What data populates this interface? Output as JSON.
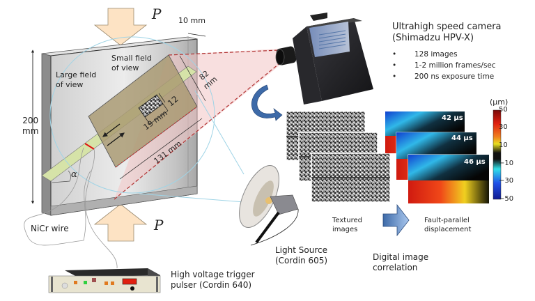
{
  "figure": {
    "load_label": "P",
    "specimen": {
      "thickness_label": "10 mm",
      "height_label": "200 mm",
      "height_value": "200",
      "height_unit": "mm",
      "large_fov_label_line1": "Large field",
      "large_fov_label_line2": "of view",
      "small_fov_label_line1": "Small field",
      "small_fov_label_line2": "of view",
      "small_fov_height": "12",
      "small_fov_width": "19 mm",
      "large_fov_height_line1": "82",
      "large_fov_height_line2": "mm",
      "large_fov_width": "131 mm",
      "angle_symbol": "α",
      "wire_label": "NiCr wire"
    },
    "camera": {
      "title_line1": "Ultrahigh speed camera",
      "title_line2": "(Shimadzu HPV-X)",
      "specs": [
        "128 images",
        "1-2 million frames/sec",
        "200 ns exposure time"
      ]
    },
    "light_source": {
      "line1": "Light Source",
      "line2": "(Cordin 605)"
    },
    "trigger": {
      "line1": "High voltage trigger",
      "line2": "pulser (Cordin 640)"
    },
    "dic": {
      "textured_line1": "Textured",
      "textured_line2": "images",
      "process_line1": "Digital image",
      "process_line2": "correlation",
      "output_line1": "Fault-parallel",
      "output_line2": "displacement",
      "frames": [
        "42 μs",
        "44 μs",
        "46 μs"
      ]
    },
    "colorbar": {
      "unit": "(μm)",
      "ticks": [
        "50",
        "30",
        "10",
        "−10",
        "−30",
        "−50"
      ],
      "range": [
        -50,
        50
      ]
    },
    "colors": {
      "arrow_fill": "#fde3c4",
      "fov_fill": "#a89870",
      "fault_strip": "#d6e3a8",
      "cone_fill": "#f2c4c4",
      "cone_line": "#b03030",
      "circle_line": "#9fd4e6",
      "dic_arrow": "#5a8ac2"
    }
  }
}
